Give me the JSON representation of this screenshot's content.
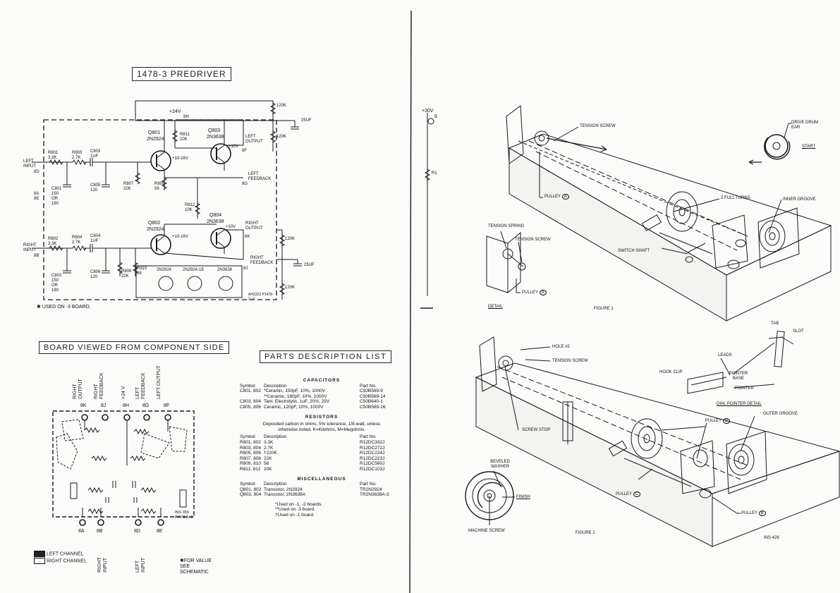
{
  "schematic": {
    "title": "1478-3 PREDRIVER",
    "supply": "+24V",
    "supply_pin": "8H",
    "q801": {
      "ref": "Q801",
      "part": "2N2924",
      "bias": "+10-16V"
    },
    "q803": {
      "ref": "Q803",
      "part": "2N3638",
      "bias": "+10V"
    },
    "q802": {
      "ref": "Q802",
      "part": "2N2924",
      "bias": "+10-16V"
    },
    "q804": {
      "ref": "Q804",
      "part": "2N3638",
      "bias": "+10V"
    },
    "left_input": "LEFT INPUT",
    "left_input_pin": "8D",
    "right_input": "RIGHT INPUT",
    "right_input_pin": "8B",
    "pins_8a_8e": "8A 8E",
    "left_output": "LEFT OUTPUT",
    "left_output_pin": "8F",
    "left_feedback": "LEFT FEEDBACK",
    "left_feedback_pin": "8G",
    "right_output": "RIGHT OUTPUT",
    "right_output_pin": "8K",
    "right_feedback": "RIGHT FEEDBACK",
    "right_feedback_pin": "8J",
    "r801": "R801 3.3K",
    "r803": "R803 2.7K",
    "c803": "C803 1UF",
    "r802": "R802 3.3K",
    "r804": "R804 2.7K",
    "c804": "C804 1UF",
    "c801": "C801 150 OR 180",
    "c802": "C802 150 OR 180",
    "c805": "C805 120",
    "c806": "C806 120",
    "r807": "R807 22K",
    "r808": "R808 22K",
    "r809": "R809 56",
    "r810": "R810 56",
    "r811": "R811 10K",
    "r812": "R812 10K",
    "ext_120k_a": "120K",
    "ext_120k_b": "120K",
    "ext_120k_c": "120K",
    "ext_120k_d": "120K",
    "ext_25uf_a": "25UF",
    "ext_25uf_b": "25UF",
    "pinout_a": "2N2924",
    "pinout_b": "2N2924-18",
    "pinout_c": "2N3638",
    "drawing_no": "AH2323 P1478-2,-3",
    "footnote": "USED ON -3 BOARD."
  },
  "board": {
    "title": "BOARD VIEWED FROM COMPONENT SIDE",
    "top_labels": [
      "RIGHT OUTPUT",
      "RIGHT FEEDBACK",
      "+24 V",
      "LEFT FEEDBACK",
      "LEFT OUTPUT"
    ],
    "top_pins": [
      "8K",
      "8J",
      "8H",
      "8G",
      "8F"
    ],
    "bottom_pins": [
      "8A",
      "8B",
      "8D",
      "8E"
    ],
    "bottom_labels": [
      "RIGHT INPUT",
      "LEFT INPUT"
    ],
    "drawing_no": "INS 359 PI478-2,-3",
    "legend_left": "LEFT CHANNEL",
    "legend_right": "RIGHT CHANNEL",
    "value_note": "FOR VALUE SEE SCHEMATIC"
  },
  "parts_list": {
    "title": "PARTS DESCRIPTION LIST",
    "capacitors_heading": "CAPACITORS",
    "col_symbol": "Symbol",
    "col_description": "Description",
    "col_partno": "Part No.",
    "capacitors": [
      {
        "symbol": "C801, 802",
        "desc": "*Ceramic, 150pF, 10%, 1000V",
        "part": "C50B569-9"
      },
      {
        "symbol": "",
        "desc": "**Ceramic, 180pF, 10%, 1000V",
        "part": "C50B569-14"
      },
      {
        "symbol": "C803, 804",
        "desc": "Tant. Electrolytic, 1uF, 20%, 25V",
        "part": "C50B640-1"
      },
      {
        "symbol": "C805, 806",
        "desc": "Ceramic, 120pF, 10%, 1000V",
        "part": "C50B569-16"
      }
    ],
    "resistors_heading": "RESISTORS",
    "resistors_note": "Deposited carbon in ohms, 5% tolerance, 1/8-watt, unless otherwise noted. K=Kilohms, M=Megohms.",
    "resistors": [
      {
        "symbol": "R801, 802",
        "desc": "3.3K",
        "part": "R12DC332J"
      },
      {
        "symbol": "R803, 804",
        "desc": "2.7K",
        "part": "R12DC272J"
      },
      {
        "symbol": "R805, 806",
        "desc": "†220K",
        "part": "R12DC224J"
      },
      {
        "symbol": "R807, 808",
        "desc": "22K",
        "part": "R12DC223J"
      },
      {
        "symbol": "R809, 810",
        "desc": "56",
        "part": "R12DC560J"
      },
      {
        "symbol": "R811, 812",
        "desc": "10K",
        "part": "R12DC103J"
      }
    ],
    "misc_heading": "MISCELLANEOUS",
    "misc": [
      {
        "symbol": "Q801, 802",
        "desc": "Transistor, 2N2924",
        "part": "TR2N2924"
      },
      {
        "symbol": "Q803, 804",
        "desc": "Transistor, 2N3638A",
        "part": "TR2N3638A-3"
      }
    ],
    "notes": [
      "*Used on -1, -2 boards.",
      "**Used on -3 board.",
      "†Used on -1 board."
    ]
  },
  "partial_schematic": {
    "supply": "+30V",
    "pin": "B",
    "ref": "R1"
  },
  "figure1": {
    "caption": "FIGURE 1",
    "tension_screw": "TENSION SCREW",
    "pulley_a": "PULLEY",
    "pulley_a_mark": "A",
    "two_full_turns": "2 FULL TURNS",
    "inner_groove": "INNER GROOVE",
    "switch_shaft": "SWITCH SHAFT",
    "drive_drum_ear": "DRIVE DRUM EAR",
    "start": "START",
    "detail_tension_spring": "TENSION SPRING",
    "detail_tension_screw": "TENSION SCREW",
    "detail_pulley": "PULLEY",
    "detail_pulley_mark": "A",
    "detail": "DETAIL"
  },
  "figure2": {
    "caption": "FIGURE 2",
    "hole2": "HOLE #2",
    "tension_screw": "TENSION SCREW",
    "screw_stop": "SCREW STOP",
    "tab": "TAB",
    "slot": "SLOT",
    "leads": "LEADS",
    "hook_clip": "HOOK CLIP",
    "pointer_base": "POINTER BASE",
    "pointer": "POINTER",
    "dial_pointer_detail": "DIAL POINTER DETAIL",
    "pulley_d": "PULLEY",
    "pulley_d_mark": "D",
    "outer_groove": "OUTER GROOVE",
    "beveled_washer": "BEVELED WASHER",
    "finish": "FINISH",
    "machine_screw": "MACHINE SCREW",
    "pulley_c": "PULLEY",
    "pulley_c_mark": "C",
    "pulley_b": "PULLEY",
    "pulley_b_mark": "B",
    "drawing_no": "INS 426"
  }
}
